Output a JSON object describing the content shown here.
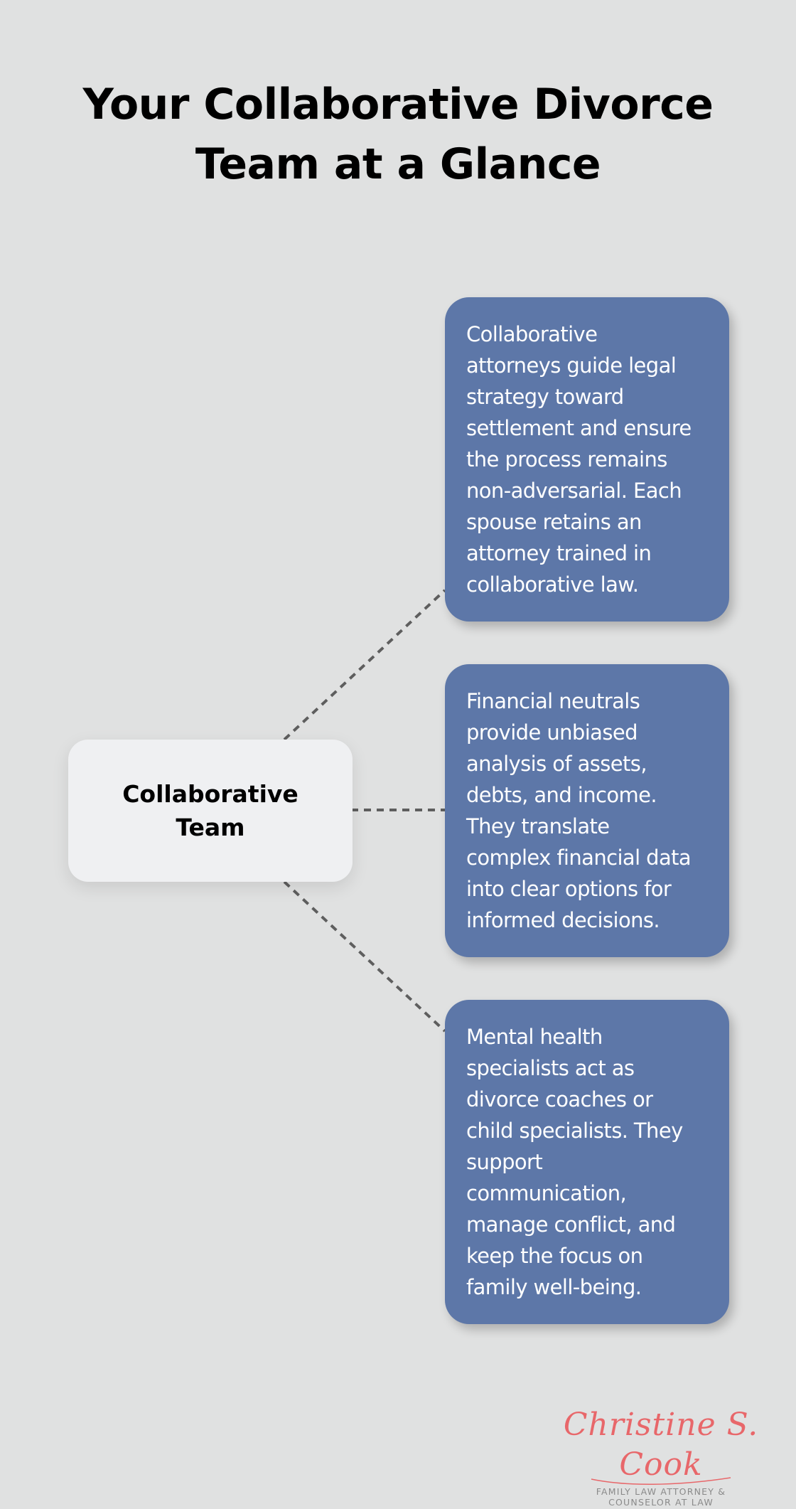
{
  "title": {
    "lines": [
      "Your Collaborative Divorce",
      "Team at a Glance"
    ]
  },
  "center_node": {
    "lines": [
      "Collaborative",
      "Team"
    ]
  },
  "cards": [
    {
      "role": "collaborative-attorneys",
      "lines": [
        "Collaborative",
        "attorneys guide legal",
        "strategy toward",
        "settlement and ensure",
        "the process remains",
        "non-adversarial. Each",
        "spouse retains an",
        "attorney trained in",
        "collaborative law."
      ]
    },
    {
      "role": "financial-neutrals",
      "lines": [
        "Financial neutrals",
        "provide unbiased",
        "analysis of assets,",
        "debts, and income.",
        "They translate",
        "complex financial data",
        "into clear options for",
        "informed decisions."
      ]
    },
    {
      "role": "mental-health-specialists",
      "lines": [
        "Mental health",
        "specialists act as",
        "divorce coaches or",
        "child specialists. They",
        "support",
        "communication,",
        "manage conflict, and",
        "keep the focus on",
        "family well-being."
      ]
    }
  ],
  "logo": {
    "name": "Christine S. Cook",
    "subtitle_lines": [
      "FAMILY LAW ATTORNEY &",
      "COUNSELOR AT LAW"
    ]
  },
  "colors": {
    "background": "#e0e1e1",
    "card": "#5d77a8",
    "center_node": "#eff0f2",
    "connector": "#5e5e5e",
    "logo_script": "#e8676a",
    "logo_subtitle": "#8a8a8a"
  }
}
